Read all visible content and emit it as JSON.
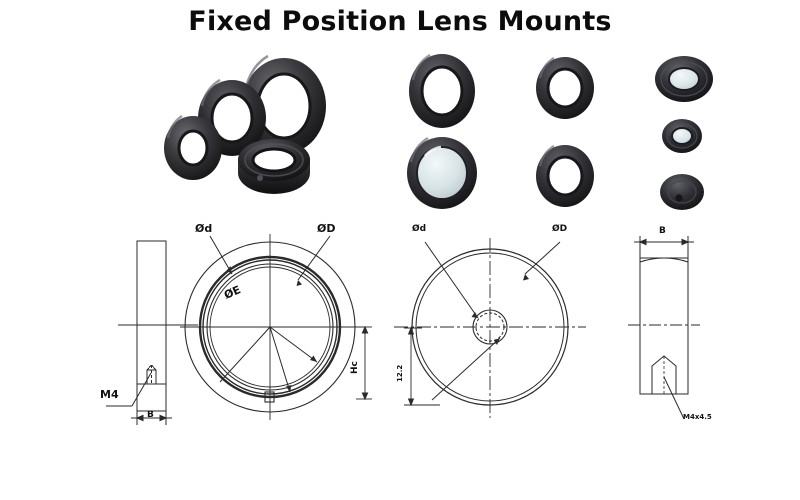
{
  "page": {
    "title": "Fixed Position Lens Mounts",
    "background_color": "#ffffff",
    "title_color": "#0c0c0c"
  },
  "photos": {
    "body_color": "#2b2b2d",
    "body_highlight": "#5a5a5e",
    "lens_color": "#d9e4e6",
    "groups": [
      {
        "name": "cluster-left",
        "caption": "",
        "items": [
          {
            "label": "ring-large",
            "type": "ring"
          },
          {
            "label": "ring-medium",
            "type": "ring"
          },
          {
            "label": "ring-small",
            "type": "ring"
          },
          {
            "label": "ring-flat",
            "type": "ring"
          }
        ]
      },
      {
        "name": "grid-middle",
        "caption": "",
        "items": [
          {
            "label": "mount-empty-top-left",
            "type": "ring"
          },
          {
            "label": "mount-empty-top-right",
            "type": "ring"
          },
          {
            "label": "mount-with-lens",
            "type": "lens"
          },
          {
            "label": "mount-empty-bottom-right",
            "type": "ring"
          }
        ]
      },
      {
        "name": "column-right",
        "caption": "",
        "items": [
          {
            "label": "mount-small-with-lens",
            "type": "lens"
          },
          {
            "label": "mount-smaller-with-lens",
            "type": "lens"
          },
          {
            "label": "mount-smallest",
            "type": "ring"
          }
        ]
      }
    ]
  },
  "drawings": {
    "line_color": "#2a2a2a",
    "views": [
      {
        "name": "side-view-left",
        "labels": [
          {
            "key": "thread",
            "text": "M4"
          },
          {
            "key": "width",
            "text": "B"
          }
        ]
      },
      {
        "name": "front-view-main",
        "labels": [
          {
            "key": "inner_bore",
            "text": "Ød"
          },
          {
            "key": "outer_diameter",
            "text": "ØD"
          },
          {
            "key": "lens_seat",
            "text": "ØE"
          },
          {
            "key": "center_height",
            "text": "Hc"
          }
        ]
      },
      {
        "name": "front-view-secondary",
        "labels": [
          {
            "key": "inner_bore",
            "text": "Ød"
          },
          {
            "key": "outer_diameter",
            "text": "ØD"
          },
          {
            "key": "center_height",
            "text": "12.2"
          }
        ]
      },
      {
        "name": "side-view-right",
        "labels": [
          {
            "key": "width",
            "text": "B"
          },
          {
            "key": "thread",
            "text": "M4x4.5"
          }
        ]
      }
    ]
  }
}
